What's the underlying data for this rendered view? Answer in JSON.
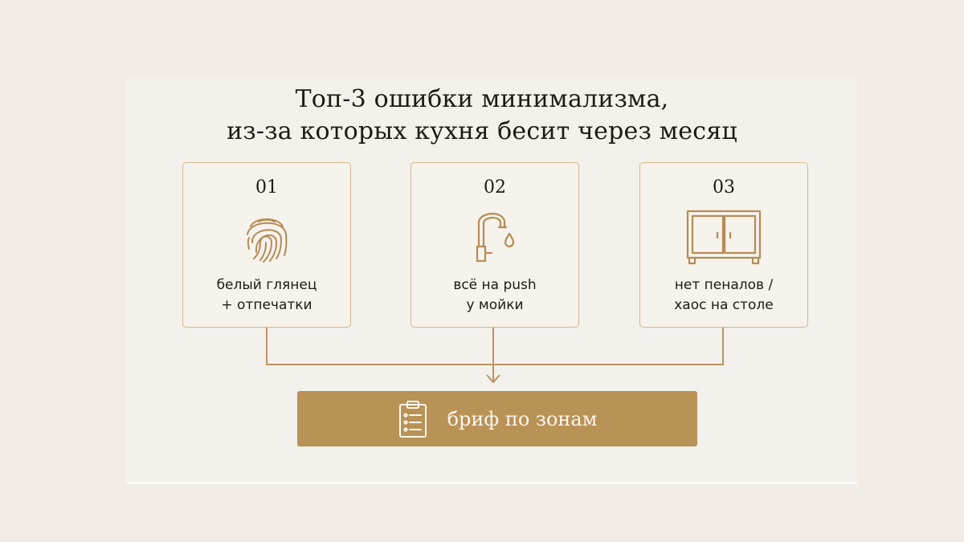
{
  "title": {
    "line1": "Топ-3 ошибки минимализма,",
    "line2": "из-за которых кухня бесит через месяц"
  },
  "cards": [
    {
      "number": "01",
      "icon": "fingerprint-icon",
      "label_line1": "белый глянец",
      "label_line2": "+ отпечатки"
    },
    {
      "number": "02",
      "icon": "faucet-icon",
      "label_line1": "всё на push",
      "label_line2": "у мойки"
    },
    {
      "number": "03",
      "icon": "cabinet-icon",
      "label_line1": "нет пеналов /",
      "label_line2": "хаос на столе"
    }
  ],
  "cta": {
    "label": "бриф по зонам",
    "icon": "clipboard-checklist-icon"
  },
  "colors": {
    "background": "#f1ece5",
    "panel": "#f4f1ec",
    "accent_gold": "#b99256",
    "card_border": "#d2b890",
    "text_dark": "#1d1a16",
    "cta_text": "#fbf7f0"
  }
}
